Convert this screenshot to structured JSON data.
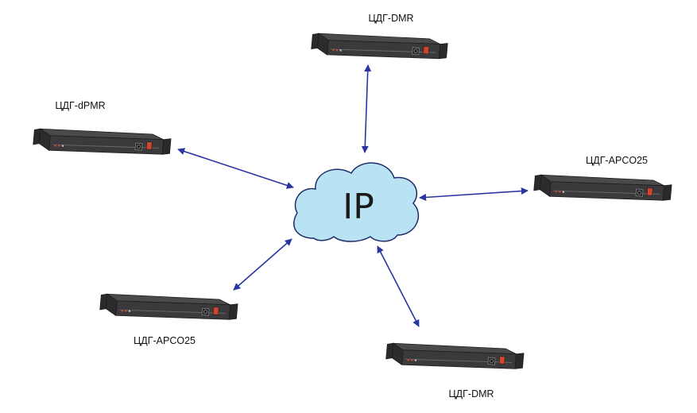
{
  "cloud": {
    "label": "IP",
    "fill": "#b9e2f3",
    "stroke": "#1e2c6b"
  },
  "devices": [
    {
      "id": "top",
      "label": "ЦДГ-DMR"
    },
    {
      "id": "left",
      "label": "ЦДГ-dPMR"
    },
    {
      "id": "right",
      "label": "ЦДГ-APCO25"
    },
    {
      "id": "bottom-left",
      "label": "ЦДГ-APCO25"
    },
    {
      "id": "bottom-right",
      "label": "ЦДГ-DMR"
    }
  ],
  "colors": {
    "arrow": "#2b35a0",
    "device_body": "#3a3a3c",
    "device_led": "#d2452b"
  }
}
